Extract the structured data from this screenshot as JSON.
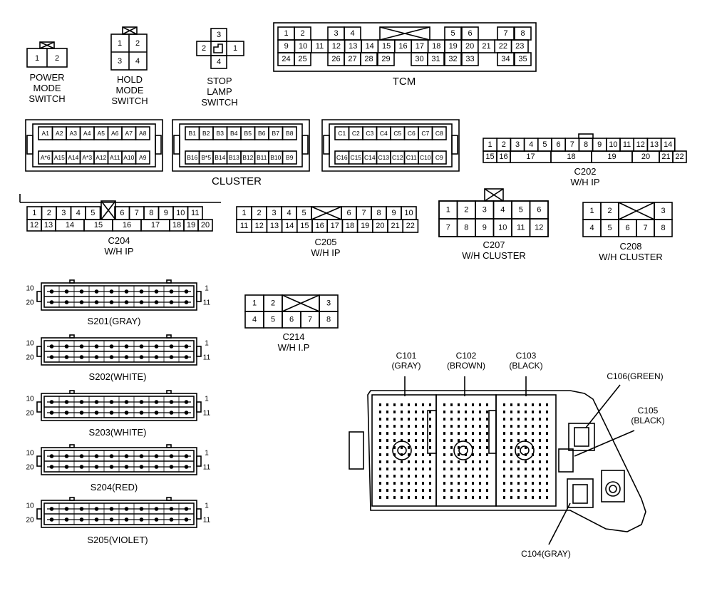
{
  "labels": {
    "power_mode_switch": "POWER\nMODE\nSWITCH",
    "hold_mode_switch": "HOLD\nMODE\nSWITCH",
    "stop_lamp_switch": "STOP\nLAMP\nSWITCH",
    "tcm": "TCM",
    "cluster": "CLUSTER",
    "c202": "C202\nW/H IP",
    "c204": "C204\nW/H IP",
    "c205": "C205\nW/H IP",
    "c207": "C207\nW/H CLUSTER",
    "c208": "C208\nW/H CLUSTER",
    "c214": "C214\nW/H I.P",
    "s201": "S201(GRAY)",
    "s202": "S202(WHITE)",
    "s203": "S203(WHITE)",
    "s204": "S204(RED)",
    "s205": "S205(VIOLET)",
    "c101": "C101\n(GRAY)",
    "c102": "C102\n(BROWN)",
    "c103": "C103\n(BLACK)",
    "c106": "C106(GREEN)",
    "c105": "C105\n(BLACK)",
    "c104": "C104(GRAY)"
  },
  "connectors": {
    "power_mode": {
      "pins": [
        "1",
        "2"
      ]
    },
    "hold_mode": {
      "pins": [
        "1",
        "2",
        "3",
        "4"
      ]
    },
    "stop_lamp": {
      "top": "3",
      "left": "2",
      "right": "1",
      "bottom": "4"
    },
    "tcm": {
      "row1": [
        "1",
        "2",
        "",
        "3",
        "4",
        "",
        "",
        "",
        "",
        "5",
        "6",
        "",
        "7",
        "8"
      ],
      "row2": [
        "9",
        "10",
        "11",
        "12",
        "13",
        "14",
        "15",
        "16",
        "17",
        "18",
        "19",
        "20",
        "21",
        "22",
        "23"
      ],
      "row3": [
        "24",
        "25",
        "",
        "26",
        "27",
        "28",
        "29",
        "",
        "30",
        "31",
        "32",
        "33",
        "",
        "34",
        "35"
      ]
    },
    "cluster_a": {
      "top": [
        "A1",
        "A2",
        "A3",
        "A4",
        "A5",
        "A6",
        "A7",
        "A8"
      ],
      "bottom": [
        "A*6",
        "A15",
        "A14",
        "A*3",
        "A12",
        "A11",
        "A10",
        "A9"
      ]
    },
    "cluster_b": {
      "top": [
        "B1",
        "B2",
        "B3",
        "B4",
        "B5",
        "B6",
        "B7",
        "B8"
      ],
      "bottom": [
        "B16",
        "B*5",
        "B14",
        "B13",
        "B12",
        "B11",
        "B10",
        "B9"
      ]
    },
    "cluster_c": {
      "top": [
        "C1",
        "C2",
        "C3",
        "C4",
        "C5",
        "C6",
        "C7",
        "C8"
      ],
      "bottom": [
        "C16",
        "C15",
        "C14",
        "C13",
        "C12",
        "C11",
        "C10",
        "C9"
      ]
    },
    "c202": {
      "top": [
        "1",
        "2",
        "3",
        "4",
        "5",
        "6",
        "7",
        "8",
        "9",
        "10",
        "11",
        "12",
        "13",
        "14"
      ],
      "bottom": [
        "15",
        "16",
        "17",
        "18",
        "19",
        "20",
        "21",
        "22"
      ]
    },
    "c204": {
      "top": [
        "1",
        "2",
        "3",
        "4",
        "5",
        "",
        "6",
        "7",
        "8",
        "9",
        "10",
        "11"
      ],
      "bottom": [
        "12",
        "13",
        "14",
        "15",
        "16",
        "17",
        "18",
        "19",
        "20"
      ]
    },
    "c205": {
      "top": [
        "1",
        "2",
        "3",
        "4",
        "5",
        "",
        "6",
        "7",
        "8",
        "9",
        "10"
      ],
      "bottom": [
        "11",
        "12",
        "13",
        "14",
        "15",
        "16",
        "17",
        "18",
        "19",
        "20",
        "21",
        "22"
      ]
    },
    "c207": {
      "top": [
        "1",
        "2",
        "3",
        "4",
        "5",
        "6"
      ],
      "bottom": [
        "7",
        "8",
        "9",
        "10",
        "11",
        "12"
      ]
    },
    "c208": {
      "top": [
        "1",
        "2",
        "",
        "3"
      ],
      "bottom": [
        "4",
        "5",
        "6",
        "7",
        "8"
      ]
    },
    "c214": {
      "top": [
        "1",
        "2",
        "",
        "3"
      ],
      "bottom": [
        "4",
        "5",
        "6",
        "7",
        "8"
      ]
    },
    "splice": {
      "left_top": "10",
      "left_bottom": "20",
      "right_top": "1",
      "right_bottom": "11"
    }
  }
}
